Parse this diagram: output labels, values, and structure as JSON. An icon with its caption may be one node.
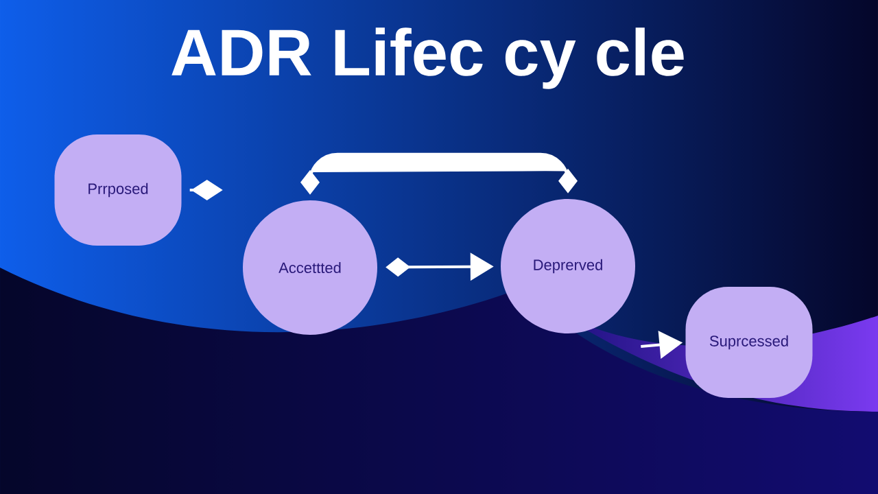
{
  "diagram": {
    "title": "ADR Lifec cy cle",
    "nodes": [
      {
        "text": [
          "Prrposed"
        ]
      },
      {
        "text": [
          "Accettted"
        ]
      },
      {
        "text": [
          "Deprerved"
        ]
      },
      {
        "text": [
          "Suprcessed"
        ]
      }
    ],
    "edges": [
      {
        "from": 0,
        "to": null,
        "arrow": "other"
      },
      {
        "from": 1,
        "to": 2,
        "arrow": "other"
      },
      {
        "from": 1,
        "to": 2,
        "arrow": "to"
      },
      {
        "from": null,
        "to": 3,
        "arrow": "to"
      }
    ]
  }
}
